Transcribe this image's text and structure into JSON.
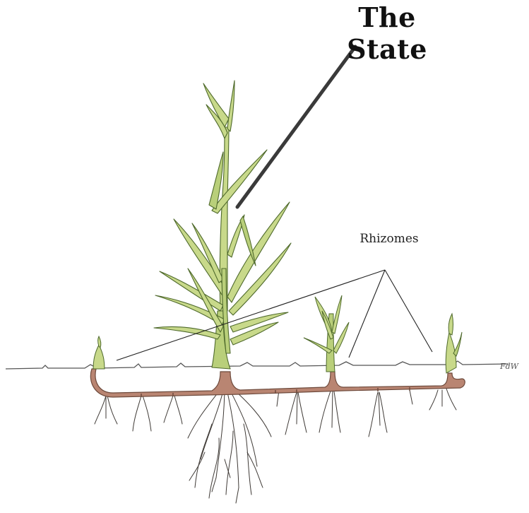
{
  "diagram": {
    "title": "The State",
    "label": "Rhizomes",
    "signature": "FdW"
  },
  "colors": {
    "leaf_fill": "#c8d98a",
    "leaf_stroke": "#4f6a2c",
    "rhizome": "#b98572",
    "rhizome_stroke": "#6e4a3c",
    "root": "#3f3a36",
    "pointer_line": "#3a3a3a",
    "ground": "#555555"
  }
}
